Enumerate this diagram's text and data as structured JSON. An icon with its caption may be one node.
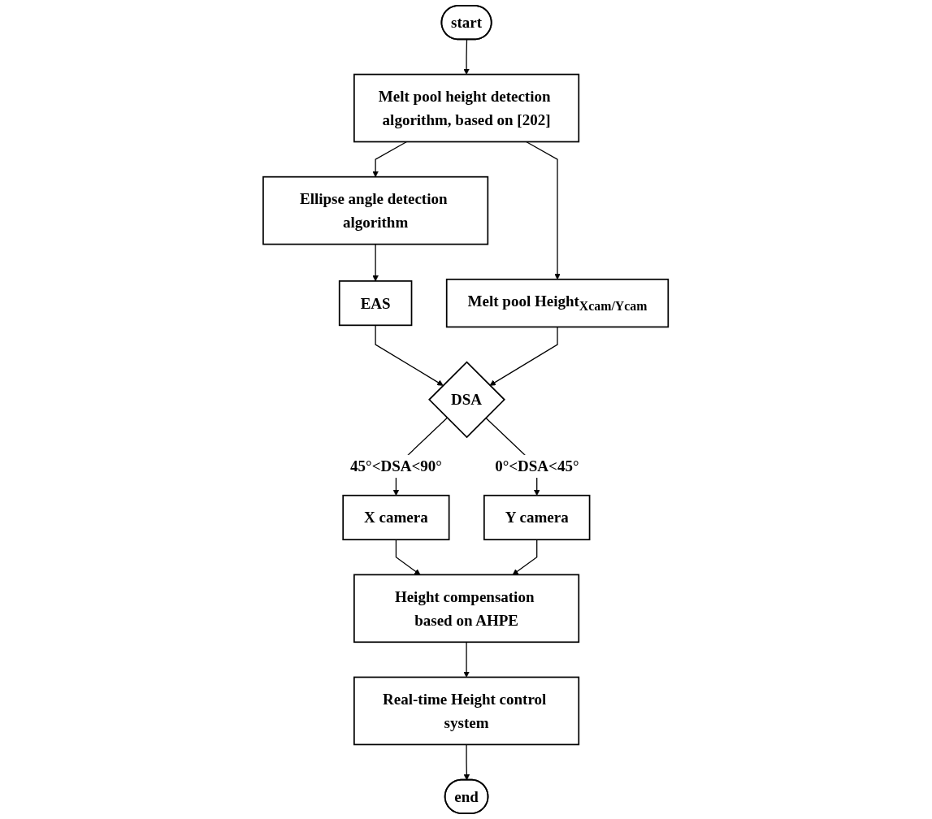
{
  "diagram": {
    "nodes": [
      {
        "text": [
          "start"
        ]
      },
      {
        "text": [
          "Melt pool height detection algorithm, based on [202]"
        ]
      },
      {
        "text": [
          "Melt pool Height$_{Xcam/Ycam}$"
        ]
      },
      {
        "text": [
          "Ellipse angle detection algorithm"
        ]
      },
      {
        "text": [
          "EAS"
        ]
      },
      {
        "text": [
          "DSA"
        ]
      },
      {
        "text": [
          "X camera"
        ]
      },
      {
        "text": [
          "Y camera"
        ]
      },
      {
        "text": [
          "Height compensation based on AHPE"
        ]
      },
      {
        "text": [
          "Real-time Height control system"
        ]
      },
      {
        "text": [
          "end"
        ]
      }
    ],
    "edges": [
      {
        "from": 0,
        "to": 1,
        "arrow": "to"
      },
      {
        "from": 1,
        "to": 2,
        "arrow": "to"
      },
      {
        "from": 1,
        "to": 3,
        "arrow": "to"
      },
      {
        "from": 3,
        "to": 4,
        "arrow": "to"
      },
      {
        "from": 4,
        "to": 5,
        "arrow": "to"
      },
      {
        "from": 2,
        "to": 5,
        "arrow": "to"
      },
      {
        "from": 5,
        "to": 6,
        "label": "45°<DSA<90°",
        "arrow": "to"
      },
      {
        "from": 5,
        "to": 7,
        "label": "0°<DSA<45°",
        "arrow": "to"
      },
      {
        "from": 6,
        "to": 8,
        "arrow": "to"
      },
      {
        "from": 7,
        "to": 8,
        "arrow": "to"
      },
      {
        "from": 8,
        "to": 9,
        "arrow": "to"
      },
      {
        "from": 9,
        "to": 10,
        "arrow": "to"
      }
    ]
  }
}
